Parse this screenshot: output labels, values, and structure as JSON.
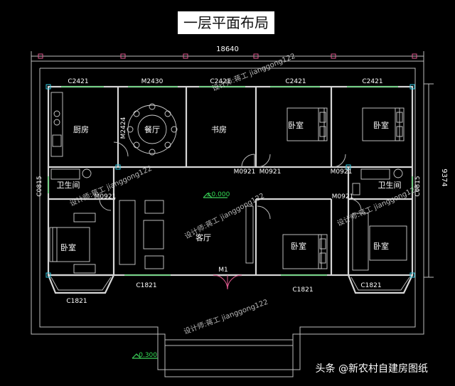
{
  "title": "一层平面布局",
  "dimensions": {
    "total_width": "18640",
    "total_depth": "9374"
  },
  "rooms": {
    "kitchen": "厨房",
    "dining": "餐厅",
    "study": "书房",
    "bedroom_top_mid": "卧室",
    "bedroom_top_right": "卧室",
    "bath_left": "卫生间",
    "bath_right": "卫生间",
    "living": "客厅",
    "bedroom_left": "卧室",
    "bedroom_bottom_mid": "卧室",
    "bedroom_bottom_right": "卧室"
  },
  "codes": {
    "c2421_a": "C2421",
    "m2430": "M2430",
    "c2421_b": "C2421",
    "c2421_c": "C2421",
    "c2421_d": "C2421",
    "m2424": "M2424",
    "m0921_a": "M0921",
    "m0921_b": "M0921",
    "m0921_c": "M0921",
    "m0921_d": "M0921",
    "m0921_e": "M0921",
    "c0815_left": "C0815",
    "c0815_right": "C0815",
    "c1821_a": "C1821",
    "c1821_b": "C1821",
    "c1821_c": "C1821",
    "c1821_d": "C1821",
    "m1": "M1"
  },
  "levels": {
    "floor": "±0.000",
    "outside": "-0.300"
  },
  "watermarks": {
    "w1": "设计师:蒋工 jianggong122",
    "w2": "设计师:蒋工 jianggong122",
    "w3": "设计师:蒋工 jianggong122",
    "w4": "设计师:蒋工 jianggong122",
    "w5": "设计师:蒋工 jianggong122"
  },
  "footer": {
    "source": "头条 @新农村自建房图纸"
  }
}
